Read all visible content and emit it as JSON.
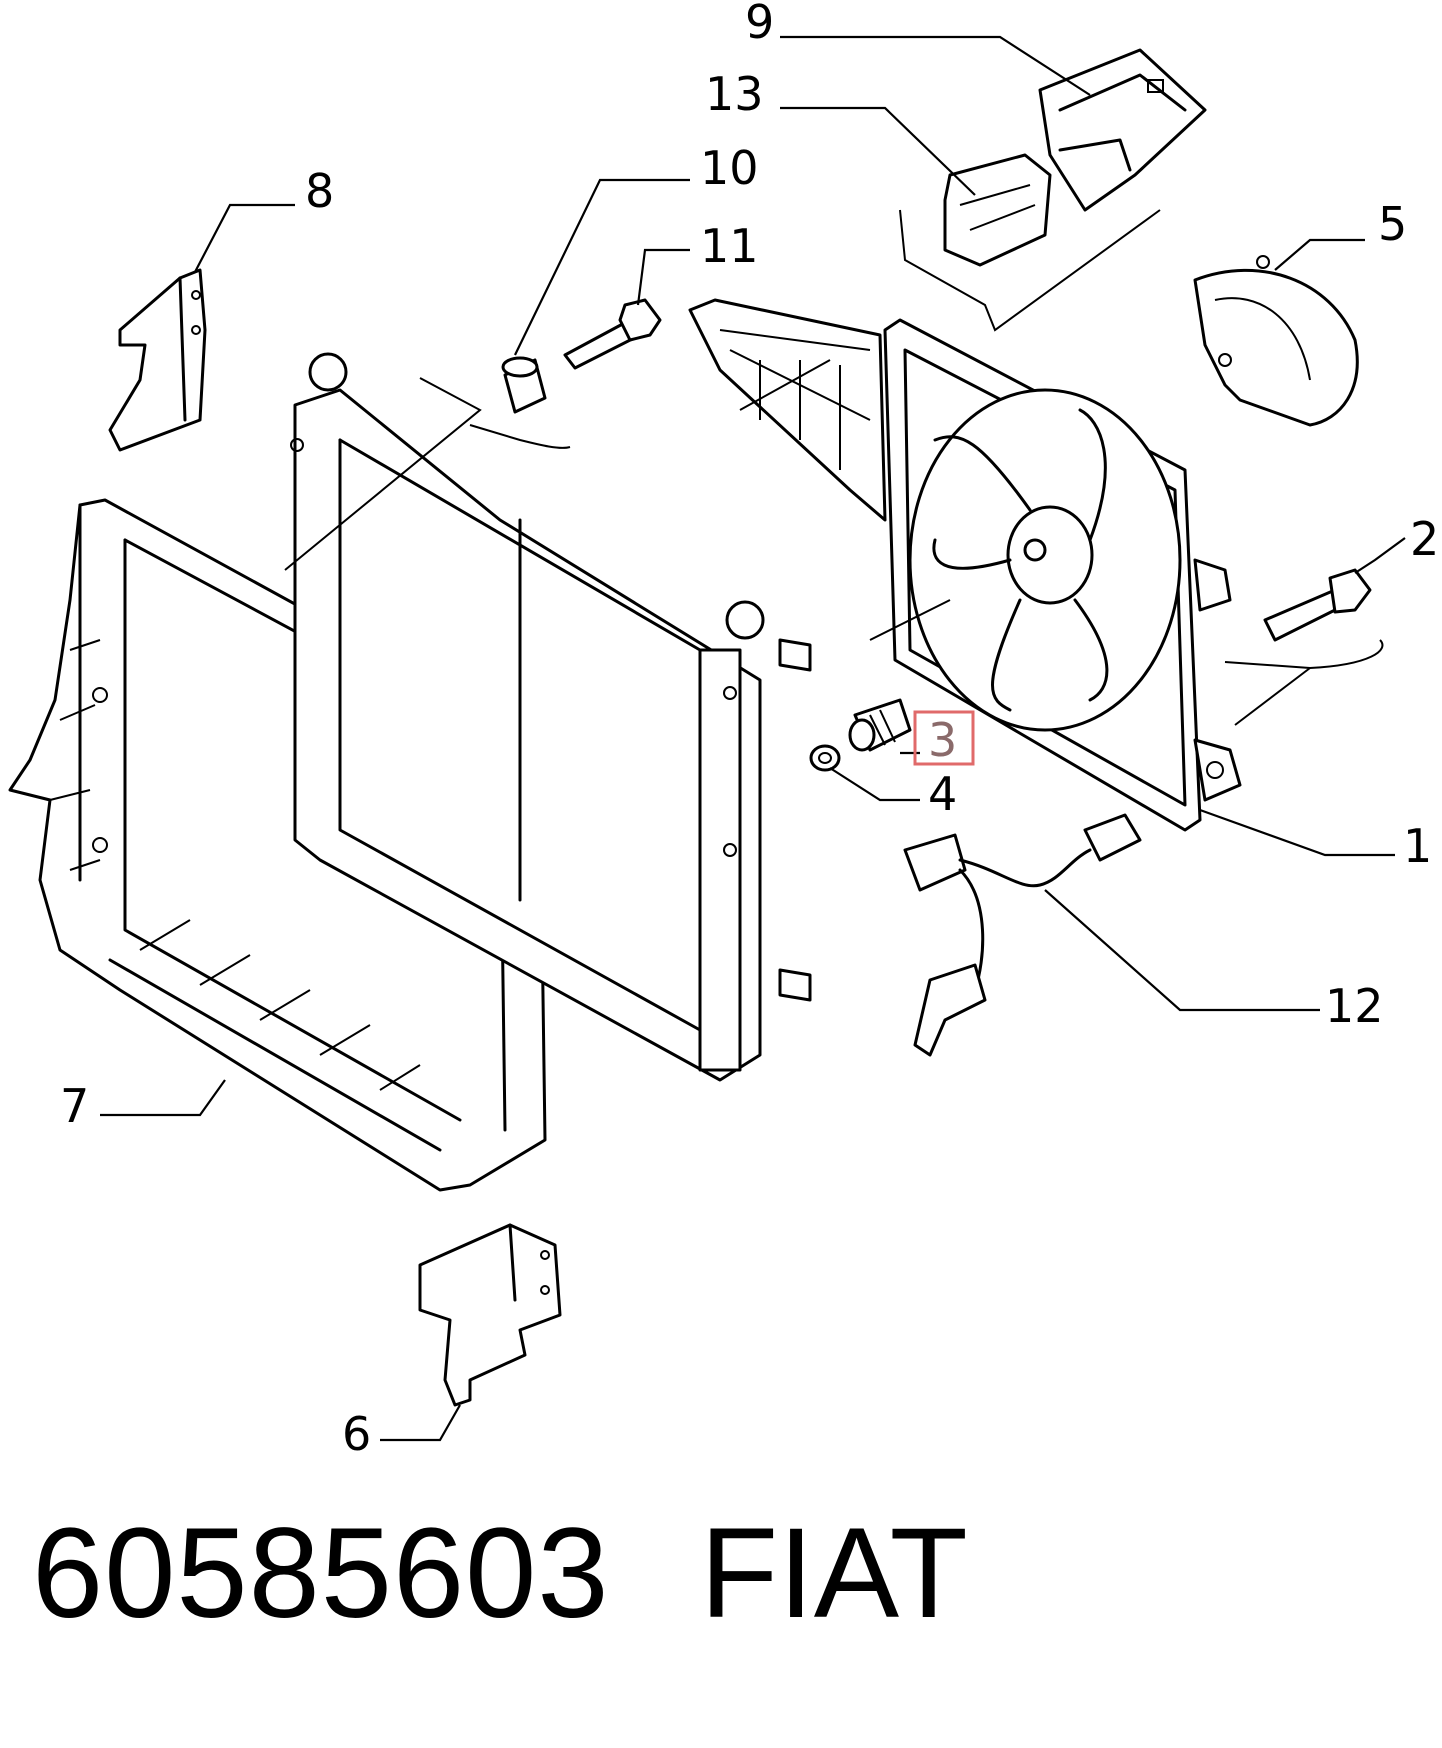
{
  "diagram": {
    "callouts": [
      {
        "id": "c1",
        "label": "1"
      },
      {
        "id": "c2",
        "label": "2"
      },
      {
        "id": "c3",
        "label": "3",
        "highlighted": true
      },
      {
        "id": "c4",
        "label": "4"
      },
      {
        "id": "c5",
        "label": "5"
      },
      {
        "id": "c6",
        "label": "6"
      },
      {
        "id": "c7",
        "label": "7"
      },
      {
        "id": "c8",
        "label": "8"
      },
      {
        "id": "c9",
        "label": "9"
      },
      {
        "id": "c10",
        "label": "10"
      },
      {
        "id": "c11",
        "label": "11"
      },
      {
        "id": "c12",
        "label": "12"
      },
      {
        "id": "c13",
        "label": "13"
      }
    ],
    "highlight_color": "#e06a6a"
  },
  "caption": {
    "part_number": "60585603",
    "brand": "FIAT"
  }
}
